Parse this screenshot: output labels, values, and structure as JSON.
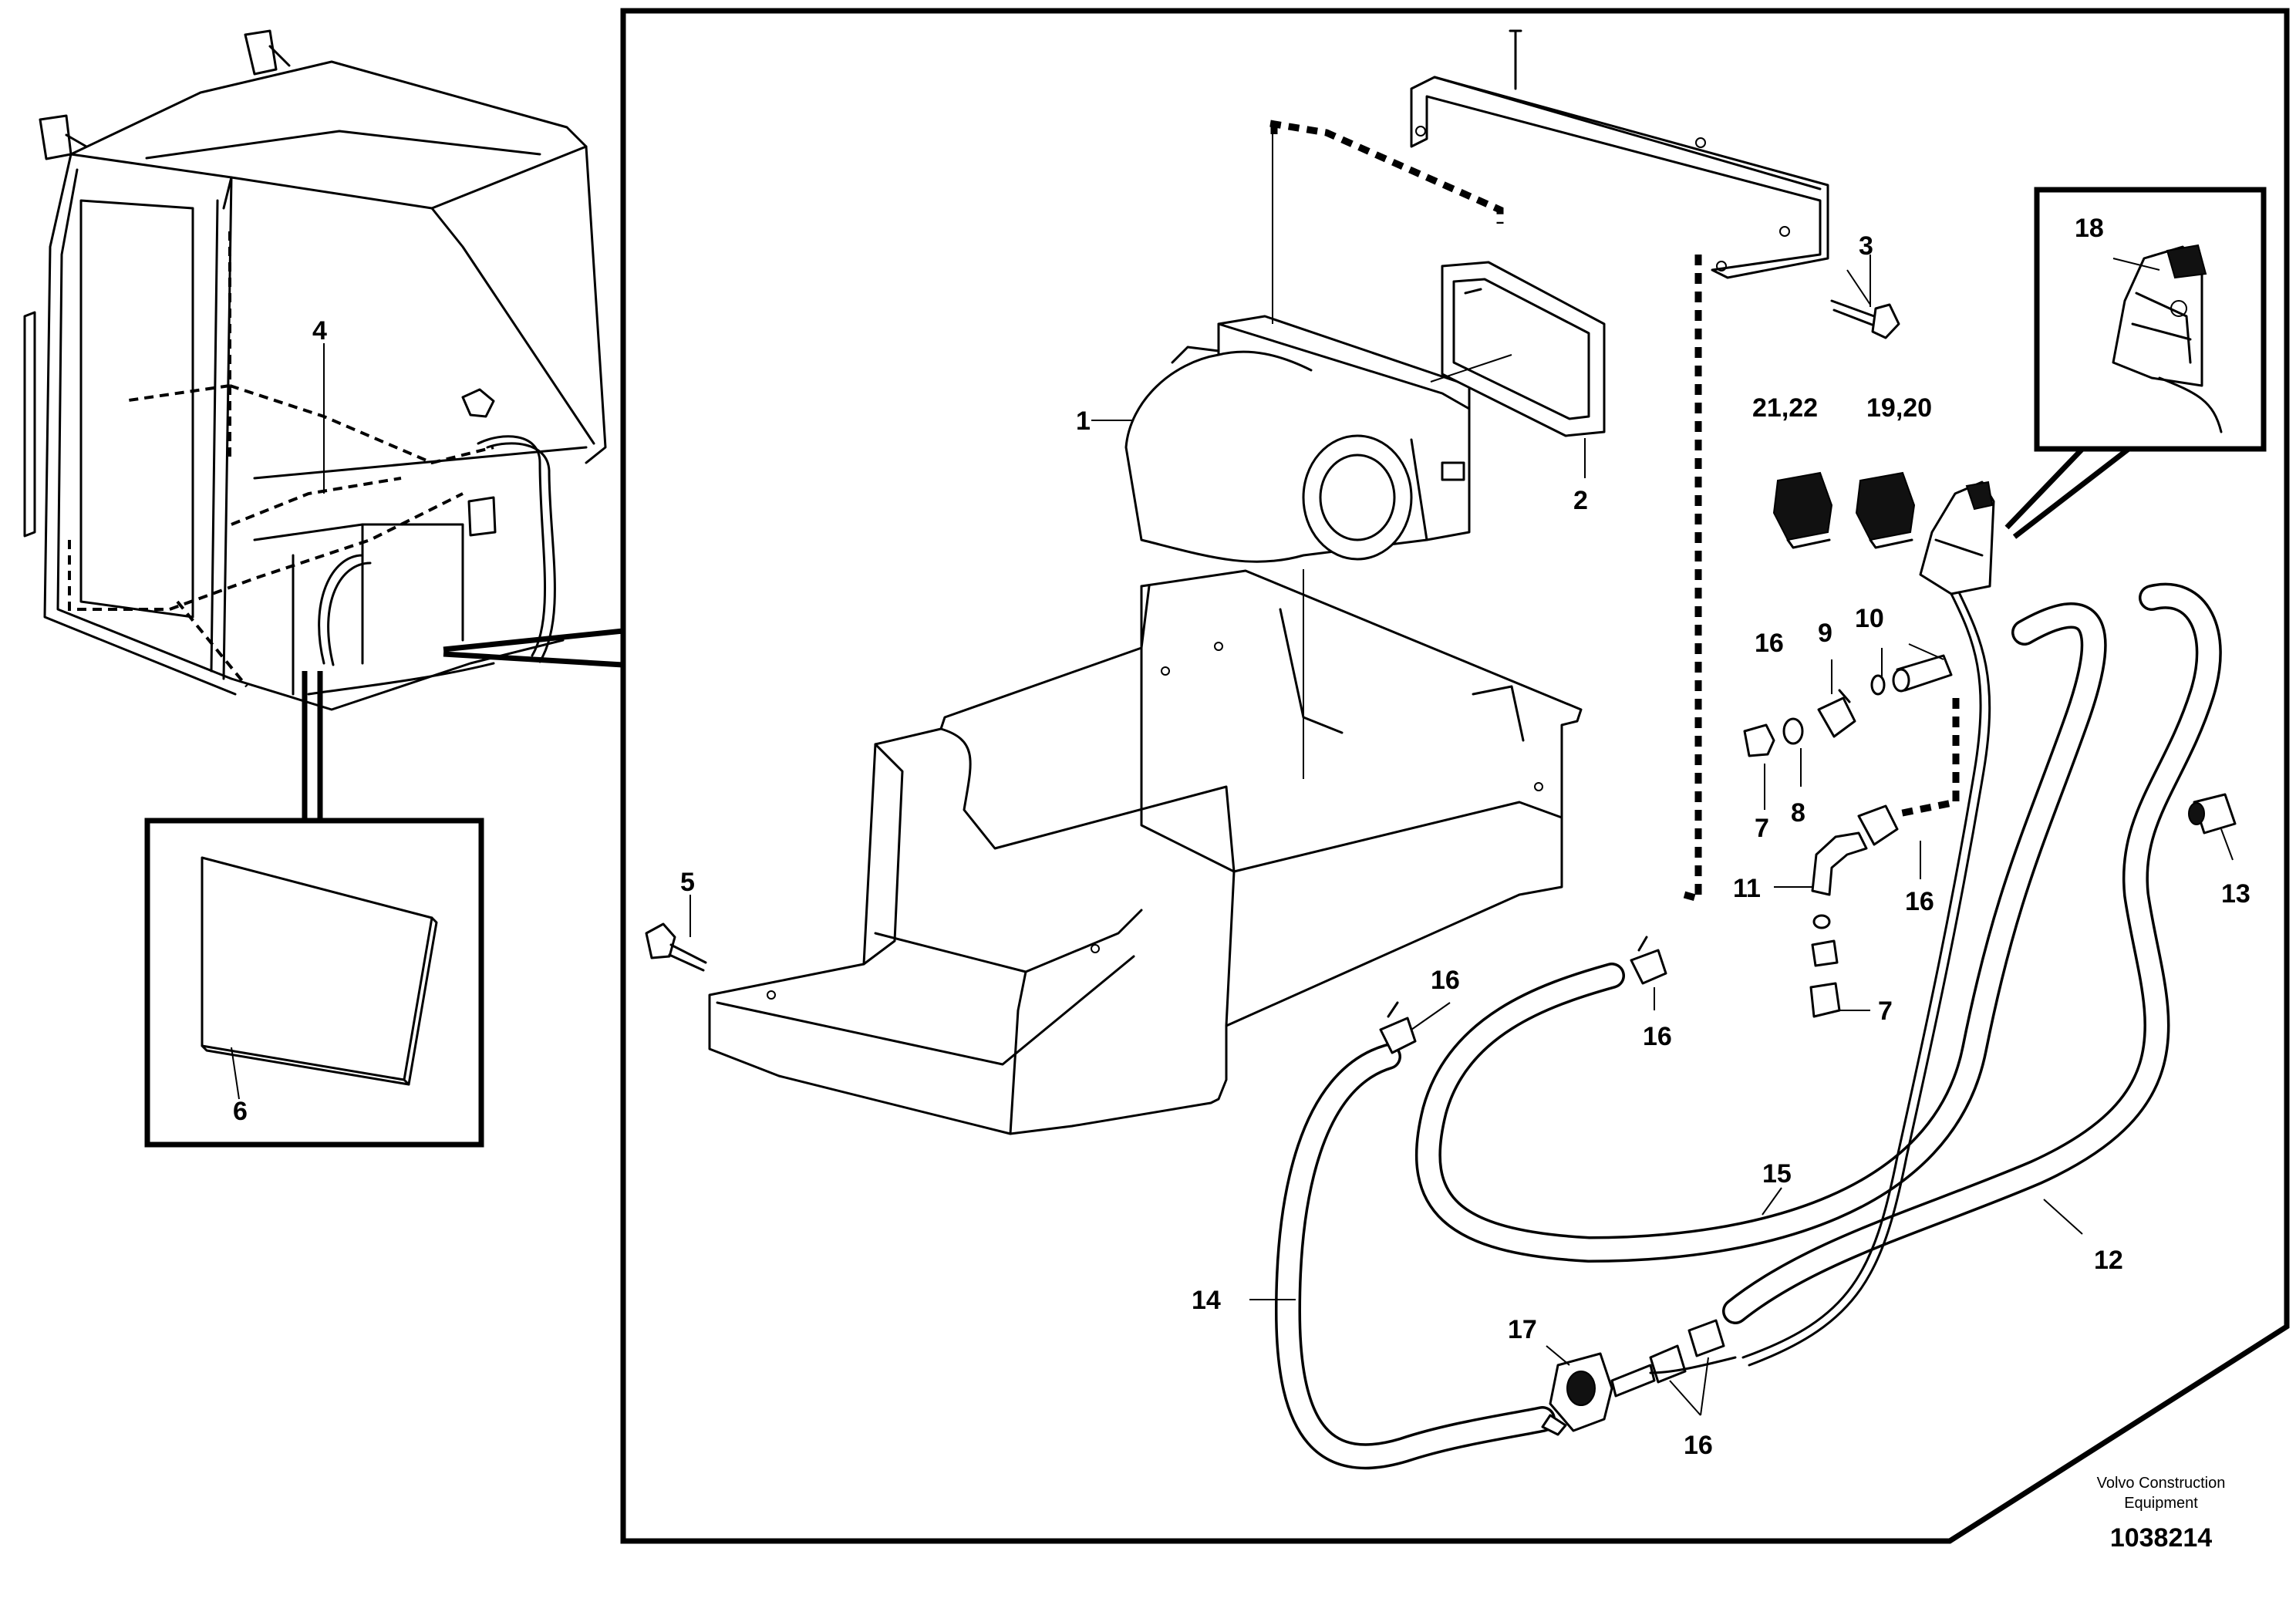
{
  "callouts": {
    "c1": "1",
    "c2": "2",
    "c3": "3",
    "c4": "4",
    "c5": "5",
    "c6": "6",
    "c7a": "7",
    "c7b": "7",
    "c8": "8",
    "c9": "9",
    "c10": "10",
    "c11": "11",
    "c12": "12",
    "c13": "13",
    "c14": "14",
    "c15": "15",
    "c16a": "16",
    "c16b": "16",
    "c16c": "16",
    "c16d": "16",
    "c16e": "16",
    "c17": "17",
    "c18": "18",
    "c19_20": "19,20",
    "c21_22": "21,22"
  },
  "footer": {
    "credit_line1": "Volvo Construction",
    "credit_line2": "Equipment",
    "part_number": "1038214"
  }
}
